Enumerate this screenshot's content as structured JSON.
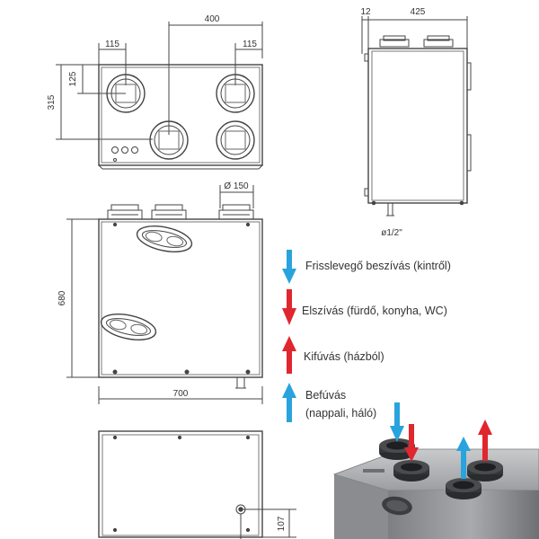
{
  "dimensions": {
    "top_width": "400",
    "top_left_offset": "115",
    "top_right_offset": "115",
    "top_height": "315",
    "top_duct_height": "125",
    "side_offset": "12",
    "side_depth": "425",
    "drain": "ø1/2\"",
    "duct_diameter": "Ø 150",
    "front_height": "680",
    "front_width": "700",
    "bottom_offset": "107"
  },
  "legend": {
    "fresh_air": "Frisslevegő beszívás (kintről)",
    "extract": "Elszívás (fürdő, konyha, WC)",
    "exhaust": "Kifúvás (házból)",
    "supply_line1": "Befúvás",
    "supply_line2": "(nappali, háló)"
  },
  "colors": {
    "blue": "#29a3dd",
    "red": "#e0262e",
    "line": "#444444"
  }
}
